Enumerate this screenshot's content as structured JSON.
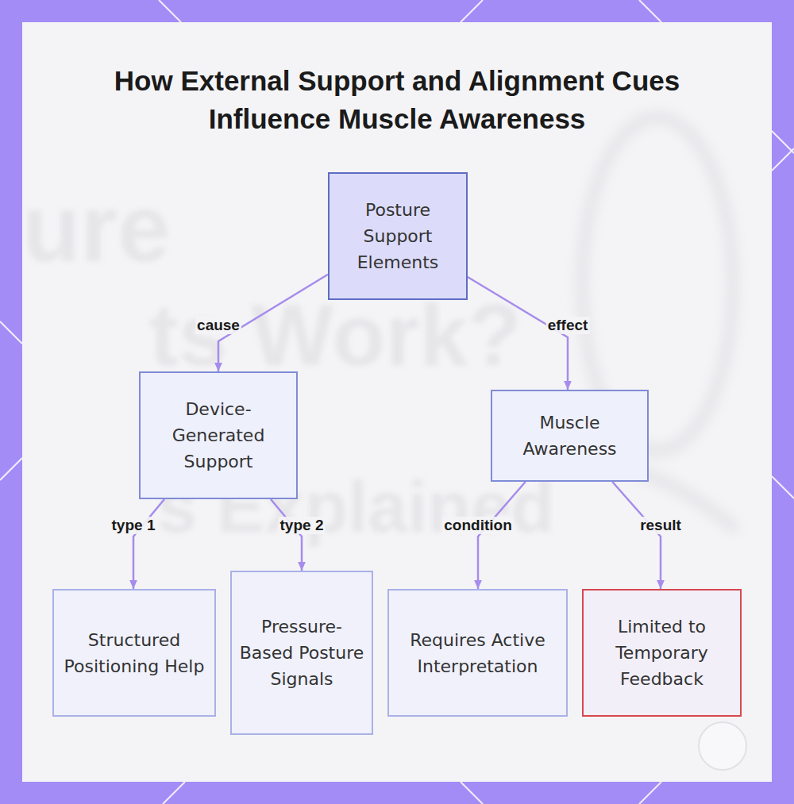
{
  "diagram": {
    "title": "How External Support and Alignment Cues Influence Muscle Awareness",
    "nodes": [
      {
        "text": [
          "Posture Support Elements"
        ]
      },
      {
        "text": [
          "Device-Generated Support"
        ]
      },
      {
        "text": [
          "Muscle Awareness"
        ]
      },
      {
        "text": [
          "Structured Positioning Help"
        ]
      },
      {
        "text": [
          "Pressure-Based Posture Signals"
        ]
      },
      {
        "text": [
          "Requires Active Interpretation"
        ]
      },
      {
        "text": [
          "Limited to Temporary Feedback"
        ]
      }
    ],
    "edges": [
      {
        "from": 0,
        "to": 1,
        "label": "cause",
        "arrow": "to"
      },
      {
        "from": 0,
        "to": 2,
        "label": "effect",
        "arrow": "to"
      },
      {
        "from": 1,
        "to": 3,
        "label": "type 1",
        "arrow": "to"
      },
      {
        "from": 1,
        "to": 4,
        "label": "type 2",
        "arrow": "to"
      },
      {
        "from": 2,
        "to": 5,
        "label": "condition",
        "arrow": "to"
      },
      {
        "from": 2,
        "to": 6,
        "label": "result",
        "arrow": "to"
      }
    ],
    "labels": [
      "ure",
      "ts Work?",
      "s Explained"
    ]
  }
}
